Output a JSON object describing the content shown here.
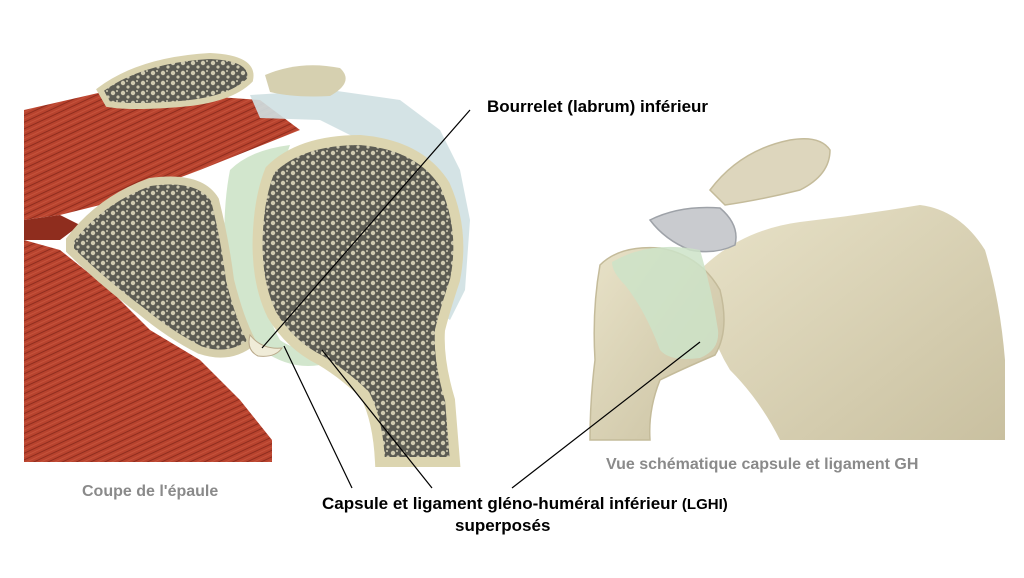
{
  "labels": {
    "labrum": "Bourrelet (labrum) inférieur",
    "capsule_line1": "Capsule et ligament gléno-huméral inférieur",
    "capsule_abbr": "(LGHI)",
    "capsule_line2": "superposés",
    "left_caption": "Coupe de l'épaule",
    "right_caption": "Vue schématique capsule et ligament GH"
  },
  "colors": {
    "muscle": "#b8432e",
    "muscle_dark": "#8f2d1e",
    "bone_cortex": "#dcd7b2",
    "bone_spongy": "#5a5a52",
    "capsule_green": "#cde3c8",
    "cartilage": "#d9e6e8",
    "bone_right": "#ddd6bd",
    "label_main": "#000000",
    "caption": "#8a8a8a"
  }
}
